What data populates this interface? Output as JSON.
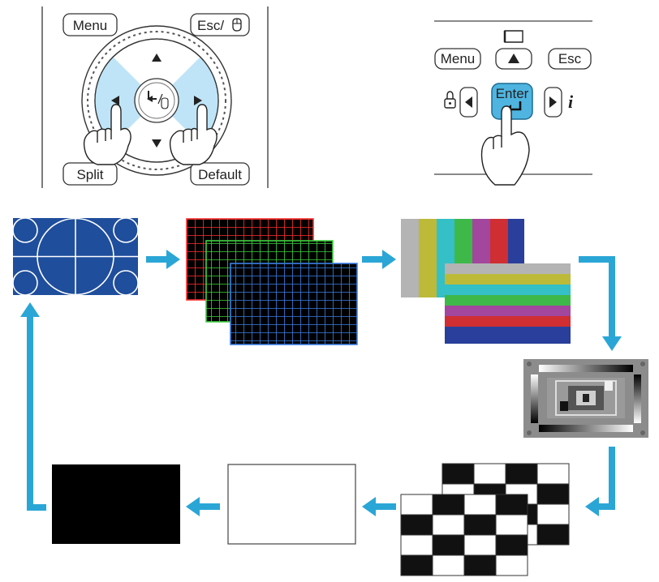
{
  "remote_control": {
    "menu_label": "Menu",
    "esc_label": "Esc/",
    "split_label": "Split",
    "default_label": "Default"
  },
  "control_panel": {
    "menu_label": "Menu",
    "esc_label": "Esc",
    "enter_label": "Enter",
    "info_label": "i"
  },
  "pattern_sequence": [
    {
      "name": "circle-grid-pattern"
    },
    {
      "name": "rgb-crosshatch-pattern"
    },
    {
      "name": "color-bars-pattern"
    },
    {
      "name": "grayscale-steps-pattern"
    },
    {
      "name": "checkerboard-pattern"
    },
    {
      "name": "white-pattern"
    },
    {
      "name": "black-pattern"
    }
  ],
  "colors": {
    "arrow": "#2aa6d6",
    "pattern_blue": "#1f4e9c",
    "highlight": "#bfe4f7"
  }
}
